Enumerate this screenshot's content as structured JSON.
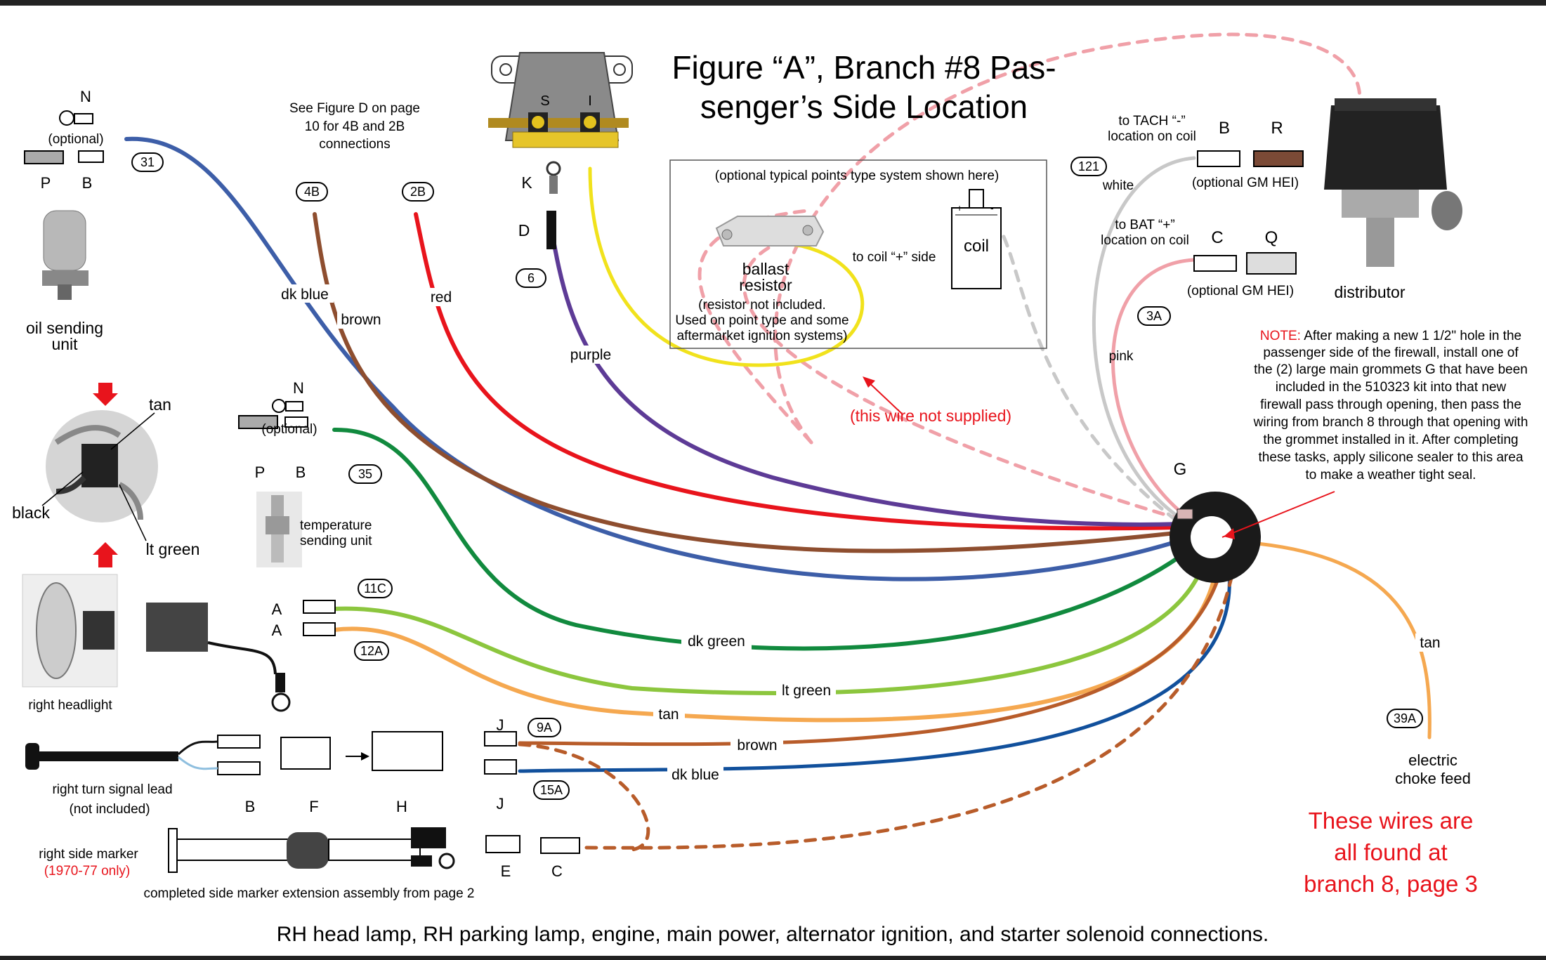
{
  "title": {
    "line1": "Figure “A”, Branch #8 Pas-",
    "line2": "senger’s Side Location"
  },
  "footer": "RH head lamp, RH parking lamp, engine, main power, alternator ignition, and starter solenoid connections.",
  "note": {
    "prefix": "NOTE:",
    "lines": [
      "After making a new 1 1/2\" hole in the",
      "passenger side of the firewall, install one of",
      "the (2) large main grommets G that have been",
      "included in the 510323 kit into that new",
      "firewall pass through opening, then pass the",
      "wiring from branch 8 through that opening with",
      "the grommet installed in it. After completing",
      "these tasks, apply silicone sealer to this area",
      "to make a weather tight seal."
    ]
  },
  "branch_note": [
    "These wires are",
    "all found at",
    "branch 8, page 3"
  ],
  "see_figure_d": [
    "See Figure D on page",
    "10 for 4B and 2B",
    "connections"
  ],
  "points_box": {
    "caption": "(optional typical points type system shown here)",
    "ballast": [
      "ballast",
      "resistor"
    ],
    "resistor_note": [
      "(resistor not included.",
      "Used on point type and some",
      "aftermarket ignition systems)"
    ],
    "coil": "coil",
    "to_coil": "to coil “+” side",
    "not_supplied": "(this wire not supplied)"
  },
  "tach": {
    "label": [
      "to TACH “-”",
      "location on coil"
    ],
    "b": "B",
    "r": "R",
    "hei": "(optional GM HEI)",
    "white": "white",
    "tag": "121"
  },
  "bat": {
    "label": [
      "to BAT “+”",
      "location on coil"
    ],
    "c": "C",
    "q": "Q",
    "hei": "(optional GM HEI)",
    "pink": "pink",
    "tag": "3A"
  },
  "distributor": "distributor",
  "grommet": "G",
  "oil": {
    "n": "N",
    "optional": "(optional)",
    "p": "P",
    "b": "B",
    "tag": "31",
    "label": [
      "oil sending",
      "unit"
    ]
  },
  "temp": {
    "n": "N",
    "optional": "(optional)",
    "p": "P",
    "b": "B",
    "tag": "35",
    "label": [
      "temperature",
      "sending unit"
    ]
  },
  "plug": {
    "tan": "tan",
    "black": "black",
    "ltgreen": "lt green"
  },
  "headlight": {
    "label": "right headlight",
    "a1": "A",
    "a2": "A",
    "tag1": "11C",
    "tag2": "12A"
  },
  "solenoid": {
    "s": "S",
    "i": "I",
    "k": "K",
    "d": "D",
    "tag": "6"
  },
  "tags": {
    "t4b": "4B",
    "t2b": "2B",
    "t9a": "9A",
    "t15a": "15A",
    "t39a": "39A"
  },
  "wires": {
    "dkblue": "dk blue",
    "brown": "brown",
    "red": "red",
    "purple": "purple",
    "dkgreen": "dk green",
    "ltgreen": "lt green",
    "tan": "tan",
    "brown2": "brown",
    "dkblue2": "dk blue",
    "tan_choke": "tan"
  },
  "choke": [
    "electric",
    "choke feed"
  ],
  "turn": {
    "label": [
      "right turn signal lead",
      "(not included)"
    ],
    "b": "B",
    "f": "F",
    "h": "H",
    "j1": "J",
    "j2": "J"
  },
  "marker": {
    "label": "right side marker",
    "years": "(1970-77 only)",
    "assembly": "completed side marker extension assembly from page 2",
    "e": "E",
    "c": "C"
  },
  "colors": {
    "dkblue": "#3d5ea8",
    "brown": "#8e4e2f",
    "red": "#e8141c",
    "purple": "#5d3b96",
    "yellow": "#f1e21c",
    "dkgreen": "#118a3e",
    "ltgreen": "#8cc63e",
    "tan": "#f5a850",
    "brown2": "#b85c2a",
    "dkblue2": "#11509c",
    "pink": "#f0a0a8",
    "white": "#c8c8c8",
    "accent": "#e8141c"
  }
}
